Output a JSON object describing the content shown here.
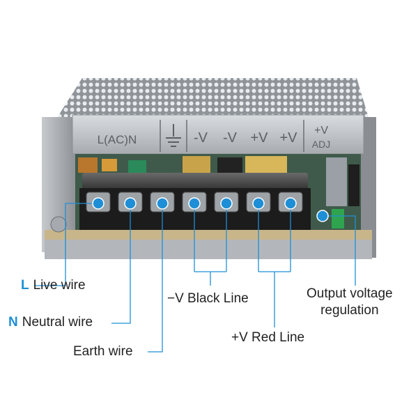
{
  "panel_labels": {
    "ac": "L(AC)N",
    "minus1": "-V",
    "minus2": "-V",
    "plus1": "+V",
    "plus2": "+V",
    "adj_top": "+V",
    "adj_bottom": "ADJ"
  },
  "callouts": {
    "live": {
      "key": "L",
      "text": "Live wire"
    },
    "neutral": {
      "key": "N",
      "text": "Neutral wire"
    },
    "earth": {
      "text": "Earth wire"
    },
    "black": {
      "text": "−V Black Line"
    },
    "red": {
      "text": "+V Red Line"
    },
    "adjust_line1": "Output voltage",
    "adjust_line2": "regulation"
  },
  "colors": {
    "accent": "#1e8fd6",
    "terminal_block": "#1c1c1c",
    "housing": "#b8bcc0"
  }
}
